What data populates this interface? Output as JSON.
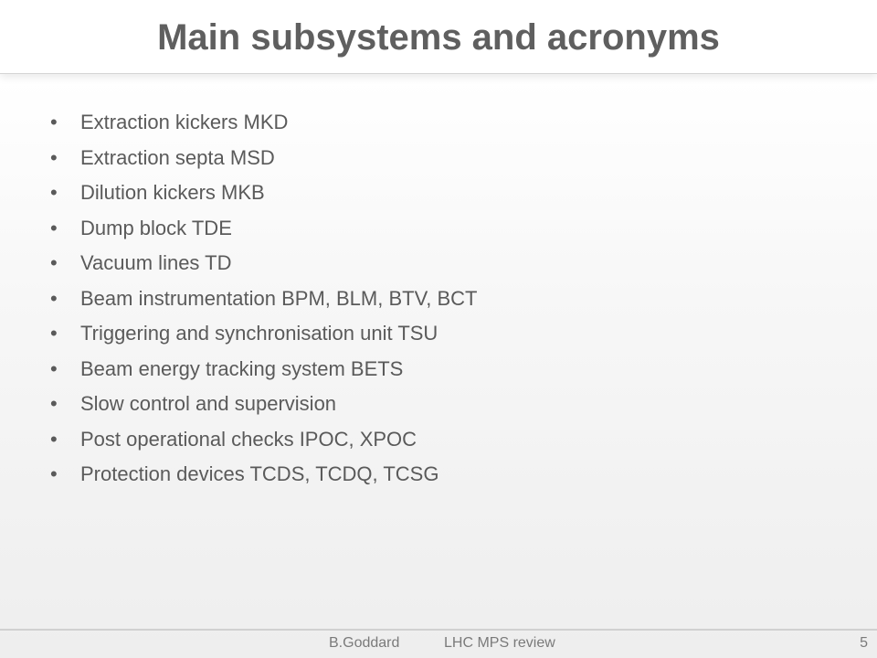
{
  "slide": {
    "title": "Main subsystems and acronyms",
    "bullet_symbol": "•",
    "bullets": [
      "Extraction kickers MKD",
      "Extraction septa MSD",
      "Dilution kickers MKB",
      "Dump block TDE",
      "Vacuum lines TD",
      "Beam instrumentation BPM, BLM, BTV, BCT",
      "Triggering and synchronisation unit TSU",
      "Beam energy tracking system BETS",
      "Slow control and supervision",
      "Post operational checks IPOC, XPOC",
      "Protection devices TCDS, TCDQ, TCSG"
    ]
  },
  "footer": {
    "author": "B.Goddard",
    "event": "LHC MPS review",
    "page_number": "5"
  },
  "colors": {
    "title_text": "#5f5f5f",
    "body_text": "#5a5a5a",
    "footer_text": "#7a7a7a",
    "rule_line": "#d0d0d0"
  }
}
